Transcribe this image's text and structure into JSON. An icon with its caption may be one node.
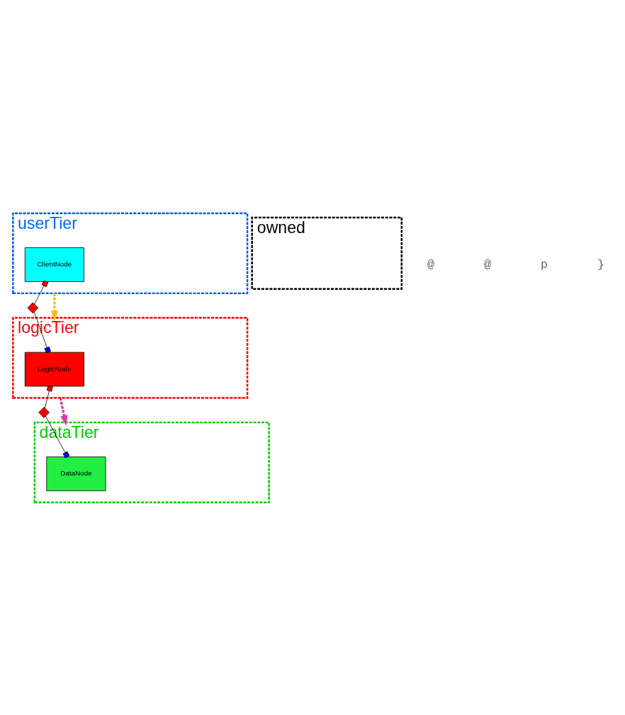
{
  "diagram": {
    "nodes": [
      {
        "text": [
          "userTier"
        ]
      },
      {
        "text": [
          "ClientNode"
        ],
        "in": 0
      },
      {
        "text": [],
        "shape": "diamond"
      },
      {
        "text": [
          "logicTier"
        ]
      },
      {
        "text": [
          "LogicNode"
        ],
        "in": 3
      },
      {
        "text": [],
        "shape": "diamond"
      },
      {
        "text": [
          "dataTier"
        ]
      },
      {
        "text": [
          "DataNode"
        ],
        "in": 6
      },
      {
        "text": [
          "owned"
        ]
      }
    ],
    "edges": [
      {
        "from": 1,
        "to": 2,
        "arrow": "other"
      },
      {
        "from": 2,
        "to": 4,
        "arrow": "other"
      },
      {
        "from": 4,
        "to": 5,
        "arrow": "other"
      },
      {
        "from": 5,
        "to": 7,
        "arrow": "other"
      },
      {
        "from": 0,
        "to": 3,
        "arrow": "to",
        "style": "dashed",
        "color": "#ffc000"
      },
      {
        "from": 3,
        "to": 6,
        "arrow": "to",
        "style": "dashed",
        "color": "#d63aa0"
      }
    ],
    "labels": [
      "@",
      "@",
      "p",
      "}"
    ]
  }
}
